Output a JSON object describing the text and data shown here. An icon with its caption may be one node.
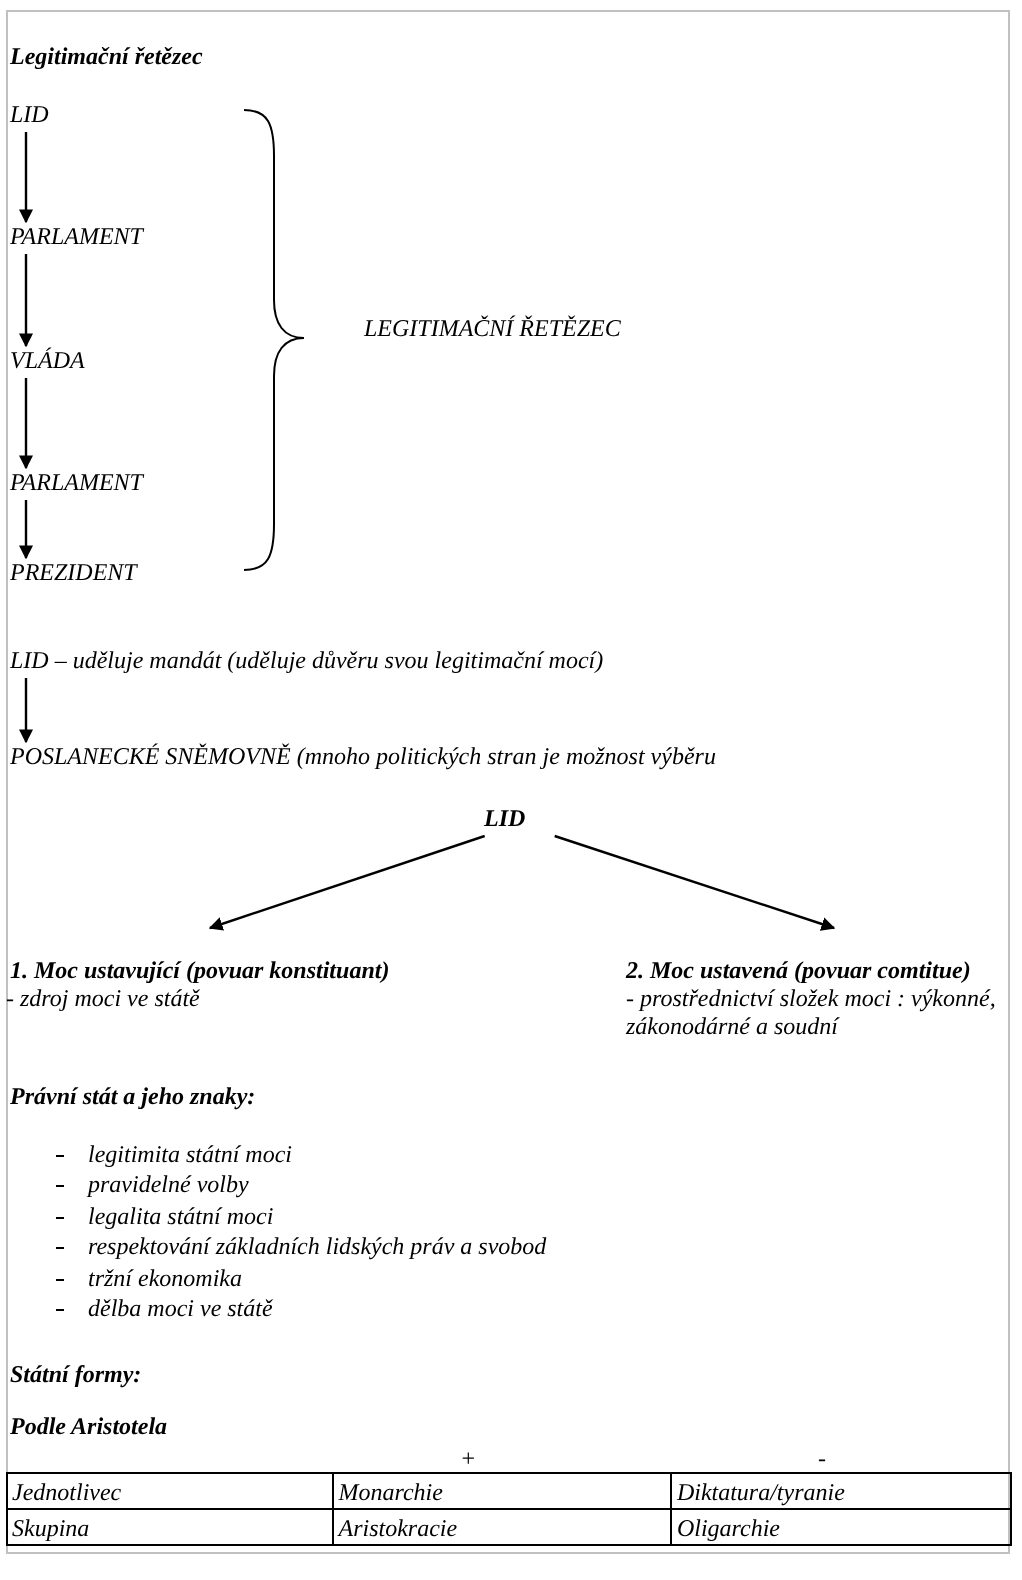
{
  "diagram": {
    "title": "Legitimační řetězec",
    "nodes": [
      {
        "text": [
          "LID"
        ]
      },
      {
        "text": [
          "PARLAMENT"
        ]
      },
      {
        "text": [
          "VLÁDA"
        ]
      },
      {
        "text": [
          "PARLAMENT"
        ]
      },
      {
        "text": [
          "PREZIDENT"
        ]
      },
      {
        "text": [
          "LID – uděluje mandát (uděluje důvěru svou legitimační mocí)"
        ]
      },
      {
        "text": [
          "POSLANECKÉ SNĚMOVNĚ (mnoho politických stran je možnost výběru"
        ]
      },
      {
        "text": [
          "LID"
        ]
      },
      {
        "text": [
          "1.  Moc ustavující (povuar konstituant)",
          "- zdroj moci ve státě"
        ]
      },
      {
        "text": [
          "2. Moc ustavená (povuar comtitue)",
          "- prostřednictví složek moci : výkonné, zákonodárné a soudní"
        ]
      }
    ],
    "edges": [
      {
        "from": 0,
        "to": 1,
        "arrow": "to"
      },
      {
        "from": 1,
        "to": 2,
        "arrow": "to"
      },
      {
        "from": 2,
        "to": 3,
        "arrow": "to"
      },
      {
        "from": 3,
        "to": 4,
        "arrow": "to"
      },
      {
        "from": 5,
        "to": 6,
        "arrow": "to"
      },
      {
        "from": 7,
        "to": 8,
        "arrow": "to"
      },
      {
        "from": 7,
        "to": 9,
        "arrow": "to"
      }
    ],
    "labels": [
      "LEGITIMAČNÍ ŘETĚZEC",
      "Právní stát a jeho znaky:",
      "legitimita státní moci",
      "pravidelné volby",
      "legalita státní moci",
      "respektování základních lidských práv a svobod",
      "tržní ekonomika",
      "dělba moci ve státě",
      "Státní formy:",
      "Podle Aristotela",
      "+",
      "-",
      "Jednotlivec",
      "Monarchie",
      "Diktatura/tyranie",
      "Skupina",
      "Aristokracie",
      "Oligarchie"
    ]
  }
}
